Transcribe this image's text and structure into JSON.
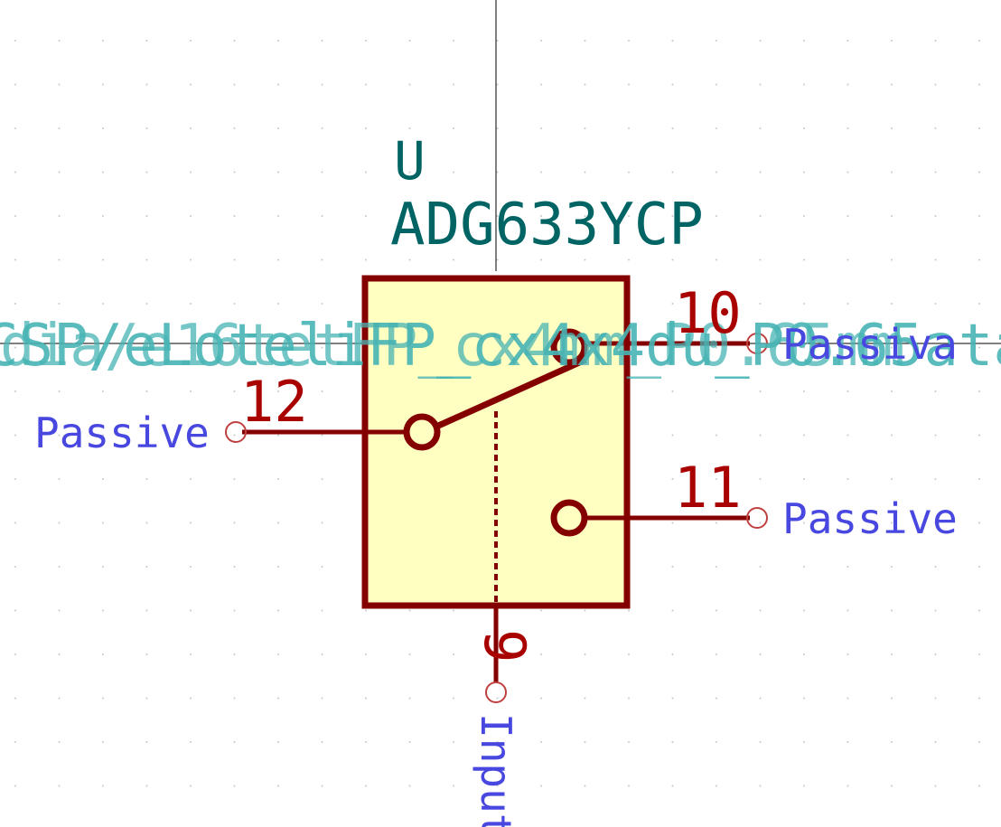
{
  "symbol": {
    "reference": "U",
    "value": "ADG633YCP",
    "footprint_overlap_a": "CSP/eLoteliFP_cx4x4du_P0.65ata",
    "footprint_overlap_b": "dia/e16tetFP_cx4mm_P0.65mm",
    "footprint_overlap_c": "Passiva"
  },
  "pins": [
    {
      "number": "12",
      "type": "Passive"
    },
    {
      "number": "10",
      "type": "Passive"
    },
    {
      "number": "11",
      "type": "Passive"
    },
    {
      "number": "9",
      "type": "Input"
    }
  ],
  "colors": {
    "body_outline": "#840000",
    "body_fill": "#ffffc2",
    "pin": "#840000",
    "pin_number": "#a90000",
    "pin_type": "#4848e0",
    "field_text": "#006464",
    "hidden_field": "#48b4b4",
    "grid_dot": "#c8c8c8",
    "crosshair": "#000000"
  }
}
